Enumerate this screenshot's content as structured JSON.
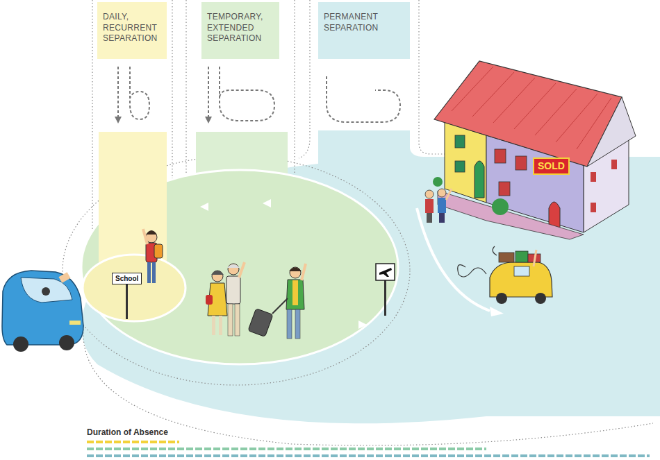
{
  "diagram": {
    "nodes": [
      {
        "text": [
          "DAILY, RECURRENT SEPARATION"
        ]
      },
      {
        "text": [
          "TEMPORARY, EXTENDED SEPARATION"
        ]
      },
      {
        "text": [
          "PERMANENT SEPARATION"
        ]
      },
      {
        "text": [
          "School"
        ]
      },
      {
        "text": [
          "SOLD"
        ]
      }
    ],
    "labels": [
      "Duration of Absence"
    ]
  }
}
